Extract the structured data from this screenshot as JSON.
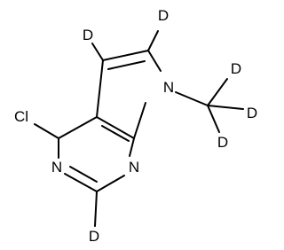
{
  "atoms": {
    "cl": "Cl",
    "n_top": "N",
    "n_bottom_left": "N",
    "n_bottom_right": "N",
    "d_c5": "D",
    "d_c6": "D",
    "d_c2": "D",
    "d_me_1": "D",
    "d_me_2": "D",
    "d_me_3": "D"
  },
  "colors": {
    "ink": "#000000",
    "background": "#ffffff"
  }
}
